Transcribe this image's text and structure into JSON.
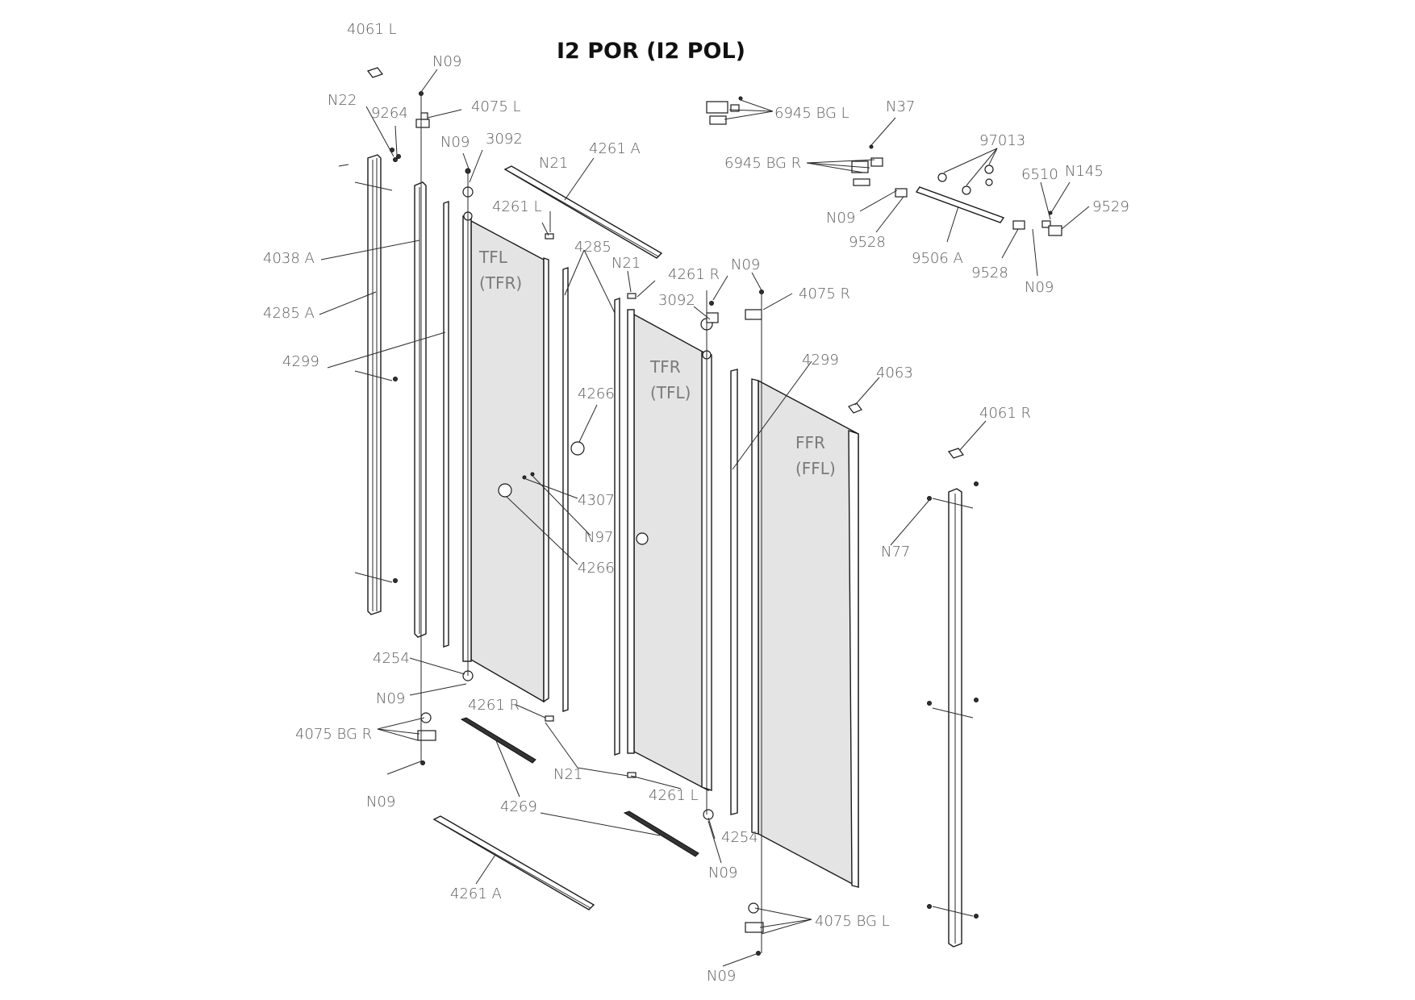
{
  "title": "I2 POR (I2 POL)",
  "panels": {
    "tfl_a": "TFL",
    "tfl_b": "(TFR)",
    "tfr_a": "TFR",
    "tfr_b": "(TFL)",
    "ffr_a": "FFR",
    "ffr_b": "(FFL)"
  },
  "labels": {
    "l4061L": "4061 L",
    "n09_top": "N09",
    "n22": "N22",
    "l9264": "9264",
    "l4075L": "4075 L",
    "n09_b": "N09",
    "l3092_a": "3092",
    "l4261A_top": "4261 A",
    "n21_a": "N21",
    "l4261L_a": "4261 L",
    "l4038A": "4038 A",
    "l4285": "4285",
    "n21_b": "N21",
    "l4261R_a": "4261 R",
    "n09_c": "N09",
    "l4075R": "4075 R",
    "l3092_b": "3092",
    "l4285A": "4285 A",
    "l4299_a": "4299",
    "l4299_b": "4299",
    "l4063": "4063",
    "l4266_a": "4266",
    "l4061R": "4061 R",
    "l4307": "4307",
    "n97": "N97",
    "n77": "N77",
    "l4266_b": "4266",
    "l4254_a": "4254",
    "n09_d": "N09",
    "l4261R_b": "4261 R",
    "l4075BGR": "4075 BG R",
    "n21_c": "N21",
    "l4261L_b": "4261 L",
    "n09_e": "N09",
    "l4269": "4269",
    "l4254_b": "4254",
    "n09_f": "N09",
    "l4261A_bot": "4261 A",
    "l4075BGL": "4075 BG L",
    "n09_g": "N09",
    "l6945BGL": "6945 BG L",
    "n37": "N37",
    "l97013": "97013",
    "l6945BGR": "6945 BG R",
    "l6510": "6510",
    "n145": "N145",
    "l9529": "9529",
    "n09_h": "N09",
    "l9528_a": "9528",
    "l9506A": "9506 A",
    "l9528_b": "9528",
    "n09_i": "N09"
  }
}
